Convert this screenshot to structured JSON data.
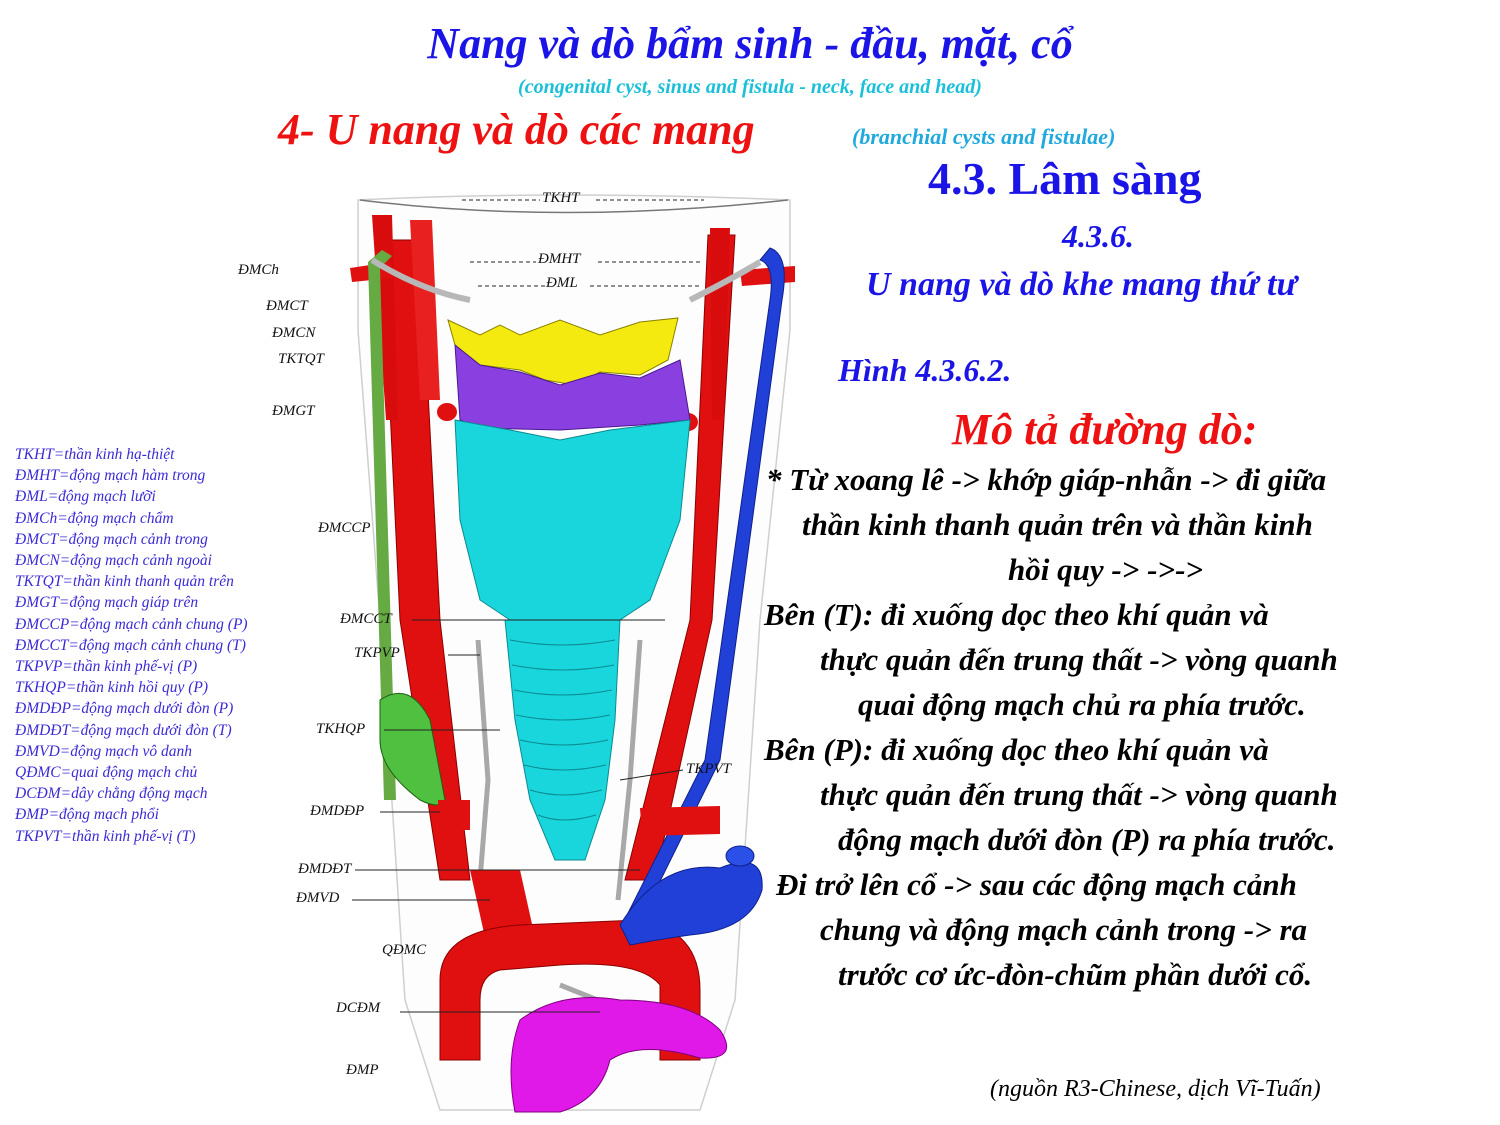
{
  "header": {
    "title": "Nang và dò bẩm sinh - đầu, mặt, cổ",
    "subtitle": "(congenital cyst, sinus and fistula - neck, face and head)",
    "section": "4- U nang và dò các mang",
    "section_en": "(branchial cysts and fistulae)",
    "subsection": "4.3. Lâm sàng",
    "subsubsection_no": "4.3.6.",
    "subsubsection_title": "U nang và dò khe mang thứ tư",
    "figure_no": "Hình 4.3.6.2."
  },
  "description": {
    "heading": "Mô tả đường dò:",
    "lines": [
      "* Từ xoang lê -> khớp giáp-nhẫn -> đi giữa",
      "thần kinh thanh quản trên và thần kinh",
      "hồi quy -> ->->",
      "Bên (T): đi xuống dọc theo khí quản và",
      "thực quản đến trung thất -> vòng quanh",
      "quai động mạch chủ ra phía trước.",
      "Bên (P): đi xuống dọc theo khí quản và",
      "thực quản đến trung thất -> vòng quanh",
      "động mạch dưới đòn (P) ra phía trước.",
      "Đi trở lên cổ ->  sau các động mạch cảnh",
      "chung và động mạch cảnh trong -> ra",
      "trước cơ ức-đòn-chũm phần dưới cổ."
    ]
  },
  "legend": [
    "TKHT=thần kinh hạ-thiệt",
    "ĐMHT=động mạch hàm trong",
    "ĐML=động mạch lưỡi",
    "ĐMCh=động mạch chẩm",
    "ĐMCT=động mạch cảnh trong",
    "ĐMCN=động mạch cảnh ngoài",
    "TKTQT=thần kinh thanh quản trên",
    "ĐMGT=động mạch giáp trên",
    "ĐMCCP=động mạch cảnh chung (P)",
    "ĐMCCT=động mạch cảnh chung (T)",
    "TKPVP=thần kinh phế-vị (P)",
    "TKHQP=thần kinh hồi quy (P)",
    "ĐMDĐP=động mạch dưới đòn (P)",
    "ĐMDĐT=động mạch dưới đòn (T)",
    "ĐMVD=động mạch vô danh",
    "QĐMC=quai động mạch chủ",
    "DCĐM=dây chằng động mạch",
    "ĐMP=động mạch phổi",
    "TKPVT=thần kinh phế-vị (T)"
  ],
  "diagram_labels": {
    "tkht": "TKHT",
    "dmht": "ĐMHT",
    "dml": "ĐML",
    "dmch": "ĐMCh",
    "dmct": "ĐMCT",
    "dmcn": "ĐMCN",
    "tktqt": "TKTQT",
    "dmgt": "ĐMGT",
    "dmccp": "ĐMCCP",
    "dmcct": "ĐMCCT",
    "tkpvp": "TKPVP",
    "tkhqp": "TKHQP",
    "tkpvt": "TKPVT",
    "dmddp": "ĐMDĐP",
    "dmddt": "ĐMDĐT",
    "dmvd": "ĐMVD",
    "qdmc": "QĐMC",
    "dcdm": "DCĐM",
    "dmp": "ĐMP"
  },
  "source": "(nguồn R3-Chinese, dịch Vĩ-Tuấn)",
  "colors": {
    "artery": "#e01010",
    "vein": "#1f3fd8",
    "nerve": "#9aa0a0",
    "hyoid": "#f4ea10",
    "larynx_upper": "#8a3fe0",
    "larynx_trachea": "#19d6dc",
    "thyroid_cyst": "#50c040",
    "pulmonary": "#e018e8",
    "title_blue": "#1a14e6",
    "title_red": "#ee1111"
  }
}
